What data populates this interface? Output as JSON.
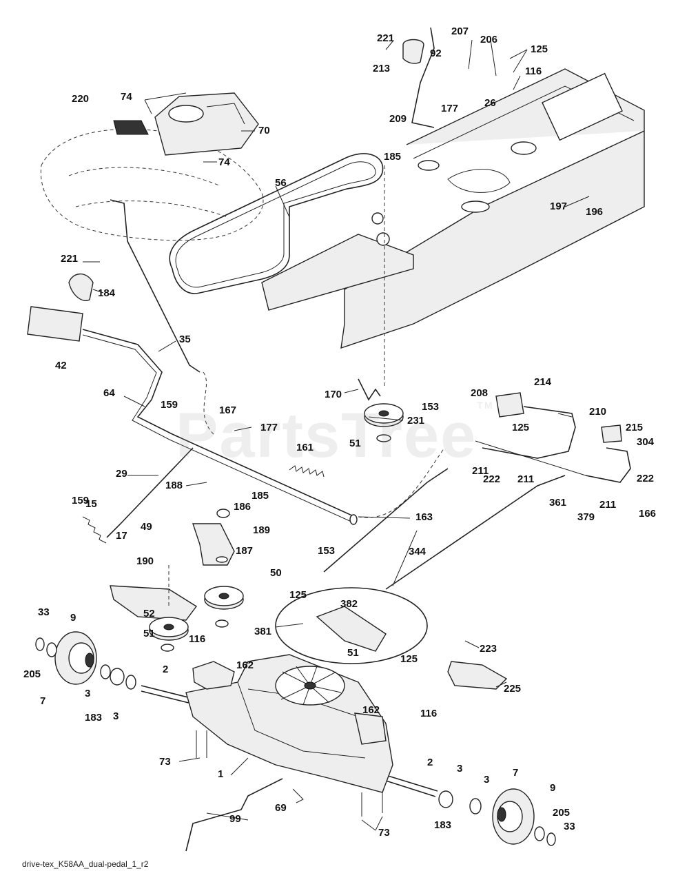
{
  "watermark": {
    "text": "PartsTree",
    "tm": "TM"
  },
  "footer": {
    "text": "drive-tex_K58AA_dual-pedal_1_r2"
  },
  "callouts": [
    "221",
    "207",
    "206",
    "125",
    "213",
    "92",
    "116",
    "177",
    "26",
    "209",
    "74",
    "220",
    "70",
    "74",
    "56",
    "185",
    "197",
    "196",
    "221",
    "184",
    "42",
    "35",
    "64",
    "170",
    "208",
    "214",
    "210",
    "159",
    "167",
    "177",
    "231",
    "153",
    "125",
    "215",
    "304",
    "51",
    "161",
    "29",
    "188",
    "185",
    "211",
    "222",
    "211",
    "222",
    "159",
    "15",
    "49",
    "186",
    "189",
    "163",
    "361",
    "211",
    "166",
    "379",
    "17",
    "187",
    "153",
    "344",
    "190",
    "50",
    "125",
    "382",
    "33",
    "9",
    "52",
    "51",
    "381",
    "223",
    "51",
    "125",
    "205",
    "116",
    "162",
    "7",
    "2",
    "3",
    "183",
    "3",
    "225",
    "162",
    "116",
    "73",
    "1",
    "2",
    "3",
    "3",
    "7",
    "9",
    "69",
    "99",
    "205",
    "183",
    "73",
    "33"
  ]
}
